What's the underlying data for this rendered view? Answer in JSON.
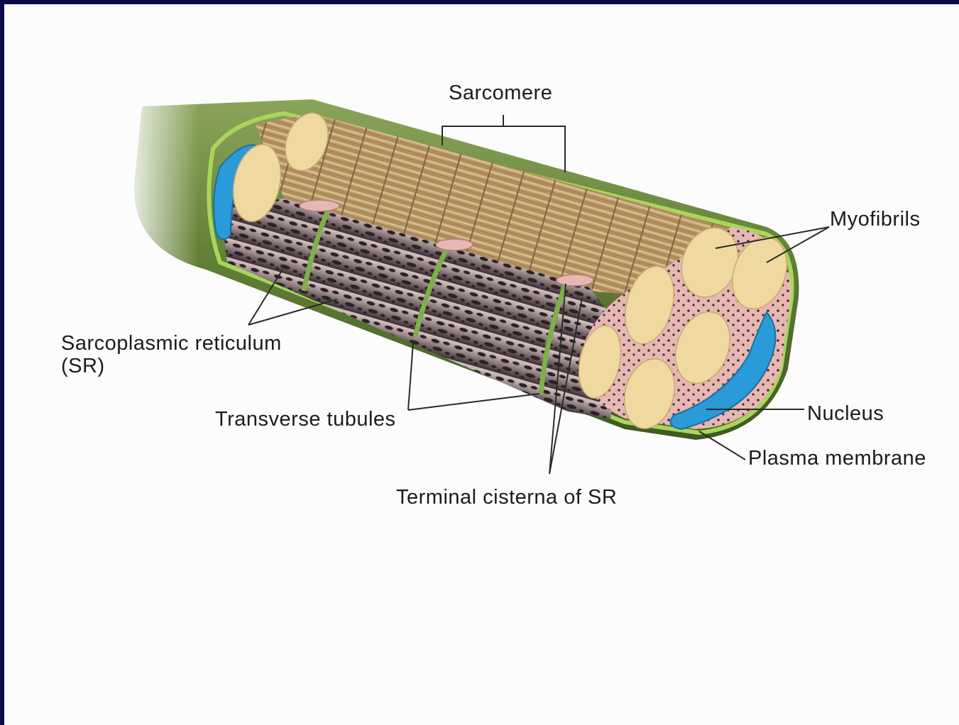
{
  "labels": {
    "sarcomere": "Sarcomere",
    "myofibrils": "Myofibrils",
    "sr_line1": "Sarcoplasmic reticulum",
    "sr_line2": "(SR)",
    "transverse_tubules": "Transverse tubules",
    "nucleus": "Nucleus",
    "plasma_membrane": "Plasma membrane",
    "terminal_cisterna": "Terminal cisterna of SR"
  },
  "colors": {
    "border": "#0a0a4a",
    "background": "#fcfcfd",
    "membrane_green": "#6e8a3a",
    "membrane_edge": "#a8d65a",
    "myofibril_fill": "#efd9a0",
    "myofibril_striation": "#b79564",
    "sr_pink": "#e9b7b3",
    "sr_dark": "#3a2e33",
    "nucleus_blue": "#2a9ad8",
    "t_tubule_green": "#7fae4b"
  }
}
